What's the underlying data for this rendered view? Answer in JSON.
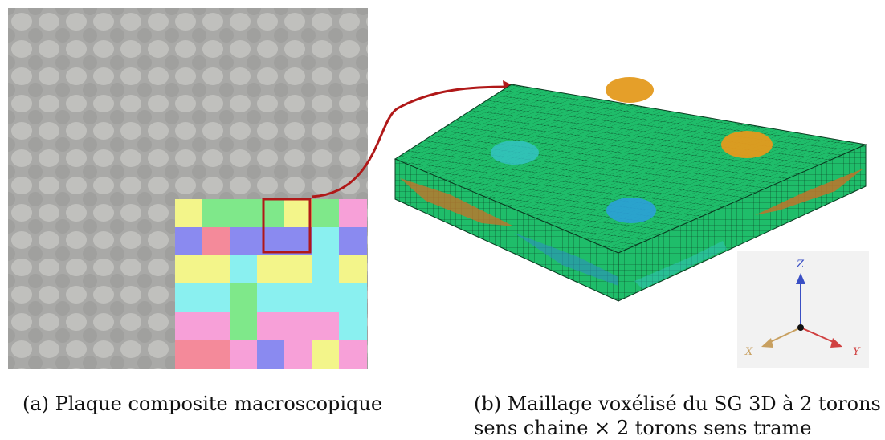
{
  "figure": {
    "caption_a": "(a) Plaque composite macroscopique",
    "caption_b_line1": "(b) Maillage voxélisé du SG 3D à 2 torons",
    "caption_b_line2": "sens chaine × 2 torons sens trame"
  },
  "axes_triad": {
    "z_label": "Z",
    "x_label": "X",
    "y_label": "Y",
    "z_color": "#3a4fc4",
    "x_color": "#c8a060",
    "y_color": "#d04040"
  },
  "colors": {
    "mesh_green": "#1fbd6a",
    "tow_orange": "#e49a1e",
    "tow_blue": "#2ba0d8",
    "tow_cyan": "#35c3c8",
    "highlight_red": "#b01818",
    "photo_gray": "#a8a8a6"
  },
  "mosaic": [
    [
      "#f3f58a",
      "#7fe88a",
      "#7fe88a",
      "#7fe88a",
      "#f3f58a",
      "#7fe88a",
      "#f7a0d8"
    ],
    [
      "#8a8af0",
      "#f48a9a",
      "#8a8af0",
      "#8a8af0",
      "#8a8af0",
      "#8af0f0",
      "#8a8af0"
    ],
    [
      "#f3f58a",
      "#f3f58a",
      "#8af0f0",
      "#f3f58a",
      "#f3f58a",
      "#8af0f0",
      "#f3f58a"
    ],
    [
      "#8af0f0",
      "#8af0f0",
      "#7fe88a",
      "#8af0f0",
      "#8af0f0",
      "#8af0f0",
      "#8af0f0"
    ],
    [
      "#f7a0d8",
      "#f7a0d8",
      "#7fe88a",
      "#f7a0d8",
      "#f7a0d8",
      "#f7a0d8",
      "#8af0f0"
    ],
    [
      "#f48a9a",
      "#f48a9a",
      "#f7a0d8",
      "#8a8af0",
      "#f7a0d8",
      "#f3f58a",
      "#f7a0d8"
    ]
  ]
}
